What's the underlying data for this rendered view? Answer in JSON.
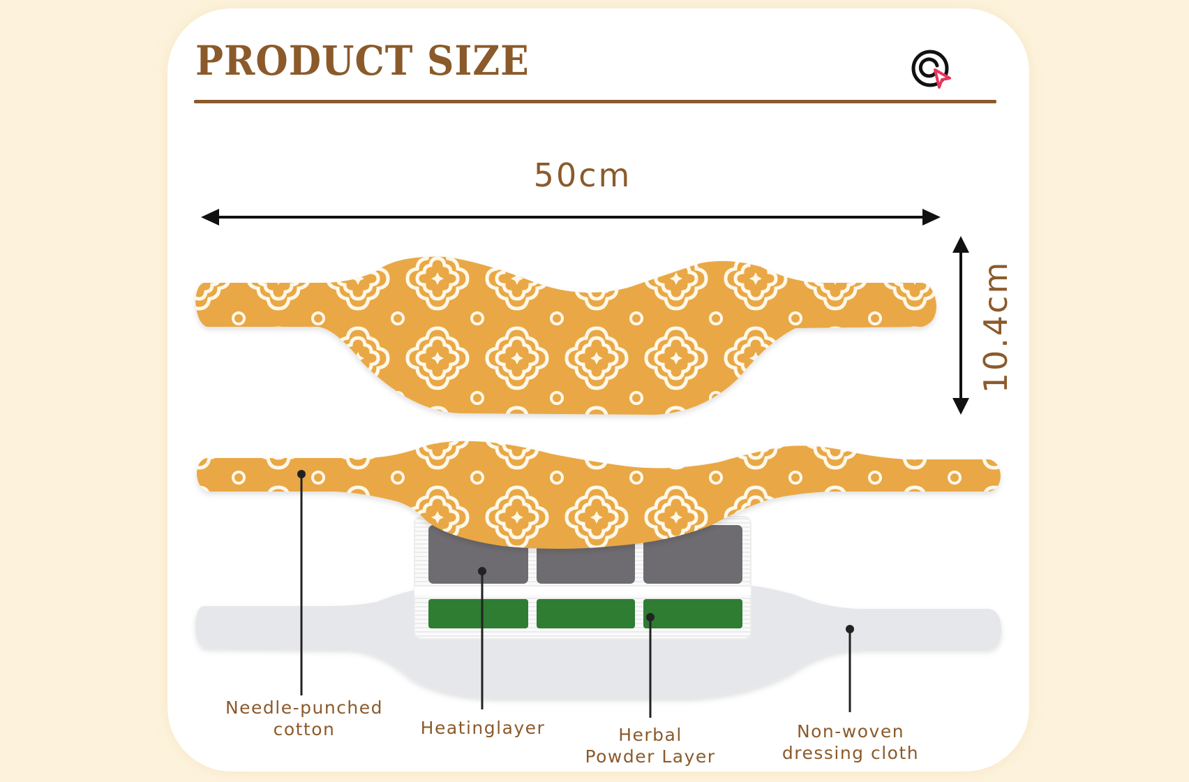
{
  "header": {
    "title": "PRODUCT SIZE",
    "icon": "target-cursor-icon"
  },
  "dimensions": {
    "width_label": "50cm",
    "height_label": "10.4cm"
  },
  "layers": [
    {
      "id": "needle-punched-cotton",
      "line1": "Needle-punched",
      "line2": "cotton"
    },
    {
      "id": "heating-layer",
      "line1": "Heatinglayer",
      "line2": ""
    },
    {
      "id": "herbal-powder-layer",
      "line1": "Herbal",
      "line2": "Powder Layer"
    },
    {
      "id": "non-woven-dressing-cloth",
      "line1": "Non-woven",
      "line2": "dressing cloth"
    }
  ],
  "colors": {
    "background": "#FDF3DC",
    "card": "#FFFFFF",
    "brown_text": "#8B5A2B",
    "patch_orange": "#E9A845",
    "pattern_white": "#FFF8EA",
    "heating_gray": "#6E6C70",
    "herbal_green": "#2E7D32",
    "base_gray": "#E6E7EA",
    "arrow_black": "#111111",
    "cursor_pink": "#E8365D"
  }
}
